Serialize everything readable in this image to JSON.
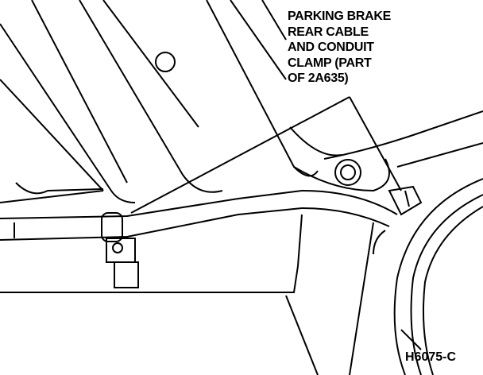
{
  "callout": {
    "lines": [
      "PARKING BRAKE",
      "REAR CABLE",
      "AND CONDUIT",
      "CLAMP (PART",
      "OF 2A635)"
    ]
  },
  "figure_id": "H6075-C"
}
